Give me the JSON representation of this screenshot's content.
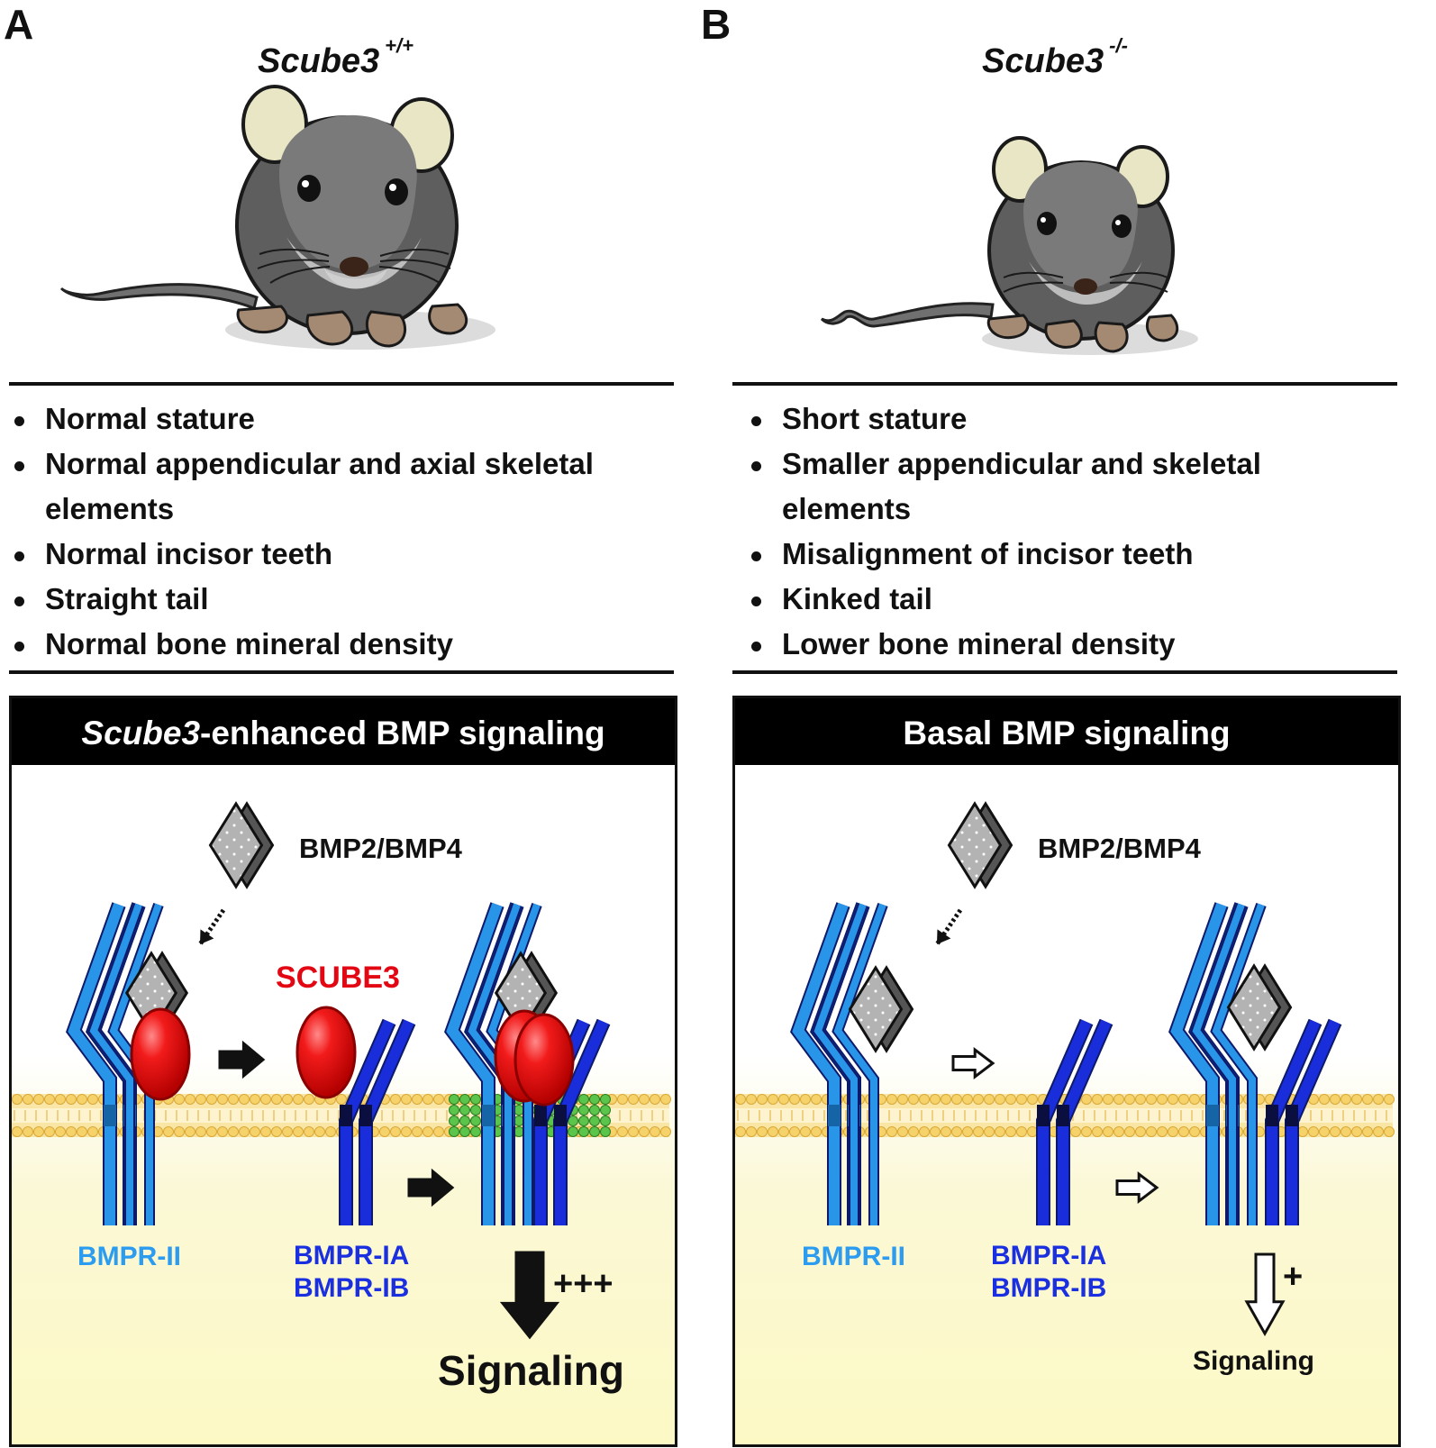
{
  "panelA": {
    "letter": "A",
    "genotype_gene": "Scube3",
    "genotype_sup": "+/+",
    "traits": [
      "Normal stature",
      "Normal appendicular and axial skeletal elements",
      "Normal incisor teeth",
      "Straight tail",
      "Normal bone mineral density"
    ],
    "header_gene": "Scube3",
    "header_rest": "-enhanced BMP signaling",
    "ligand": "BMP2/BMP4",
    "scube3": "SCUBE3",
    "receptor_ii": "BMPR-II",
    "receptor_ia": "BMPR-IA",
    "receptor_ib": "BMPR-IB",
    "level": "+++",
    "signaling": "Signaling"
  },
  "panelB": {
    "letter": "B",
    "genotype_gene": "Scube3",
    "genotype_sup": "-/-",
    "traits": [
      "Short stature",
      "Smaller appendicular and skeletal elements",
      "Misalignment of incisor teeth",
      "Kinked tail",
      "Lower bone mineral density"
    ],
    "header": "Basal BMP signaling",
    "ligand": "BMP2/BMP4",
    "receptor_ii": "BMPR-II",
    "receptor_ia": "BMPR-IA",
    "receptor_ib": "BMPR-IB",
    "level": "+",
    "signaling": "Signaling"
  },
  "colors": {
    "bmpr_ii": "#2b9cf0",
    "bmpr_i": "#1a2fe0",
    "scube3": "#e30613",
    "membrane": "#f6d36a",
    "raft": "#5bc44a",
    "mouse_body": "#5e5e5e"
  }
}
